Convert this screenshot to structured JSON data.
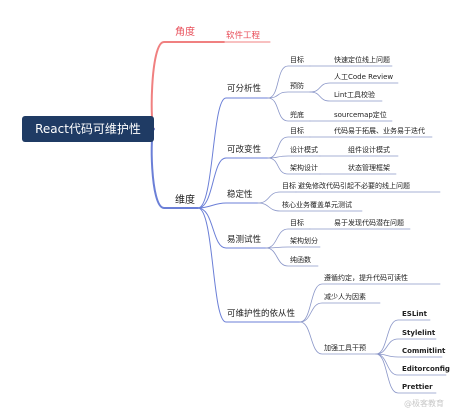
{
  "root": {
    "label": "React代码可维护性"
  },
  "branches": {
    "angle": {
      "label": "角度",
      "child": "软件工程"
    },
    "dimension": {
      "label": "维度",
      "analyzability": {
        "label": "可分析性",
        "goal": "目标",
        "goal_detail": "快速定位线上问题",
        "prevent": "预防",
        "prevent_items": [
          "人工Code Review",
          "Lint工具校验"
        ],
        "fallback": "兜底",
        "fallback_detail": "sourcemap定位"
      },
      "changeability": {
        "label": "可改变性",
        "goal": "目标",
        "goal_detail": "代码易于拓展、业务易于迭代",
        "design_pattern": "设计模式",
        "design_pattern_detail": "组件设计模式",
        "arch_design": "架构设计",
        "arch_design_detail": "状态管理框架"
      },
      "stability": {
        "label": "稳定性",
        "goal": "目标",
        "goal_detail": "避免修改代码引起不必要的线上问题",
        "unit_test": "核心业务覆盖单元测试"
      },
      "testability": {
        "label": "易测试性",
        "goal": "目标",
        "goal_detail": "易于发现代码潜在问题",
        "arch_split": "架构划分",
        "pure_function": "纯函数"
      },
      "compliance": {
        "label": "可维护性的依从性",
        "follow_convention": "遵循约定，提升代码可读性",
        "reduce_human": "减少人为因素",
        "tools": "加强工具干预",
        "tool_items": [
          "ESLint",
          "Stylelint",
          "Commitlint",
          "Editorconfig",
          "Prettier"
        ]
      }
    }
  },
  "watermark": "@极客教育",
  "colors": {
    "root_bg": "#1f3b64",
    "branch_red": "#f08080",
    "branch_blue": "#6b7fd7",
    "text_red": "#e8505b"
  }
}
